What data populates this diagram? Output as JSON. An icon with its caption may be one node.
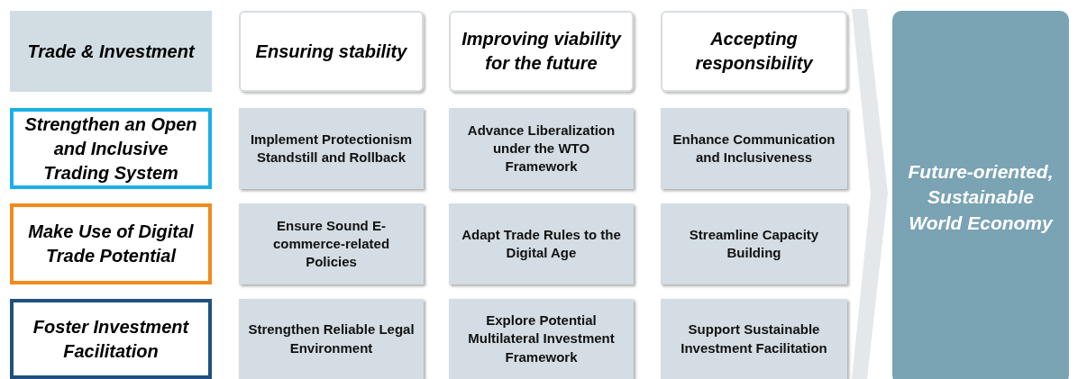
{
  "diagram": {
    "nodes": [
      {
        "text": [
          "Trade & Investment"
        ]
      },
      {
        "text": [
          "Ensuring stability"
        ]
      },
      {
        "text": [
          "Improving viability for the future"
        ]
      },
      {
        "text": [
          "Accepting responsibility"
        ]
      },
      {
        "text": [
          "Strengthen an Open and Inclusive Trading System"
        ]
      },
      {
        "text": [
          "Implement Protectionism Standstill and Rollback"
        ]
      },
      {
        "text": [
          "Advance Liberalization under the WTO Framework"
        ]
      },
      {
        "text": [
          "Enhance Communication and Inclusiveness"
        ]
      },
      {
        "text": [
          "Make Use of Digital Trade Potential"
        ]
      },
      {
        "text": [
          "Ensure Sound E-commerce-related Policies"
        ]
      },
      {
        "text": [
          "Adapt Trade Rules to the Digital Age"
        ]
      },
      {
        "text": [
          "Streamline Capacity Building"
        ]
      },
      {
        "text": [
          "Foster Investment Facilitation"
        ]
      },
      {
        "text": [
          "Strengthen Reliable Legal Environment"
        ]
      },
      {
        "text": [
          "Explore Potential Multilateral Investment Framework"
        ]
      },
      {
        "text": [
          "Support Sustainable Investment Facilitation"
        ]
      },
      {
        "text": [
          "Future-oriented, Sustainable World Economy"
        ]
      }
    ]
  }
}
